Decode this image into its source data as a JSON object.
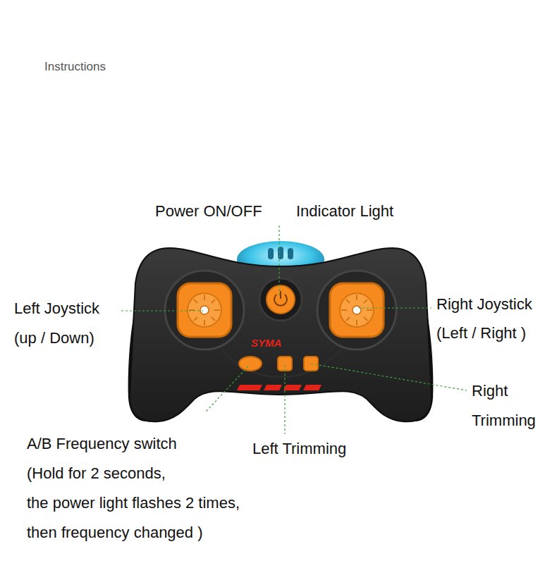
{
  "diagram": {
    "title": "Instructions",
    "labels": [
      "Power ON/OFF",
      "Indicator Light",
      "Left Joystick",
      "(up / Down)",
      "Right Joystick",
      "(Left / Right )",
      "SYMA",
      "Right",
      "Trimming",
      "A/B Frequency switch",
      "(Hold for 2 seconds,",
      "the power light flashes 2 times,",
      "then frequency changed )",
      "Left Trimming"
    ]
  }
}
